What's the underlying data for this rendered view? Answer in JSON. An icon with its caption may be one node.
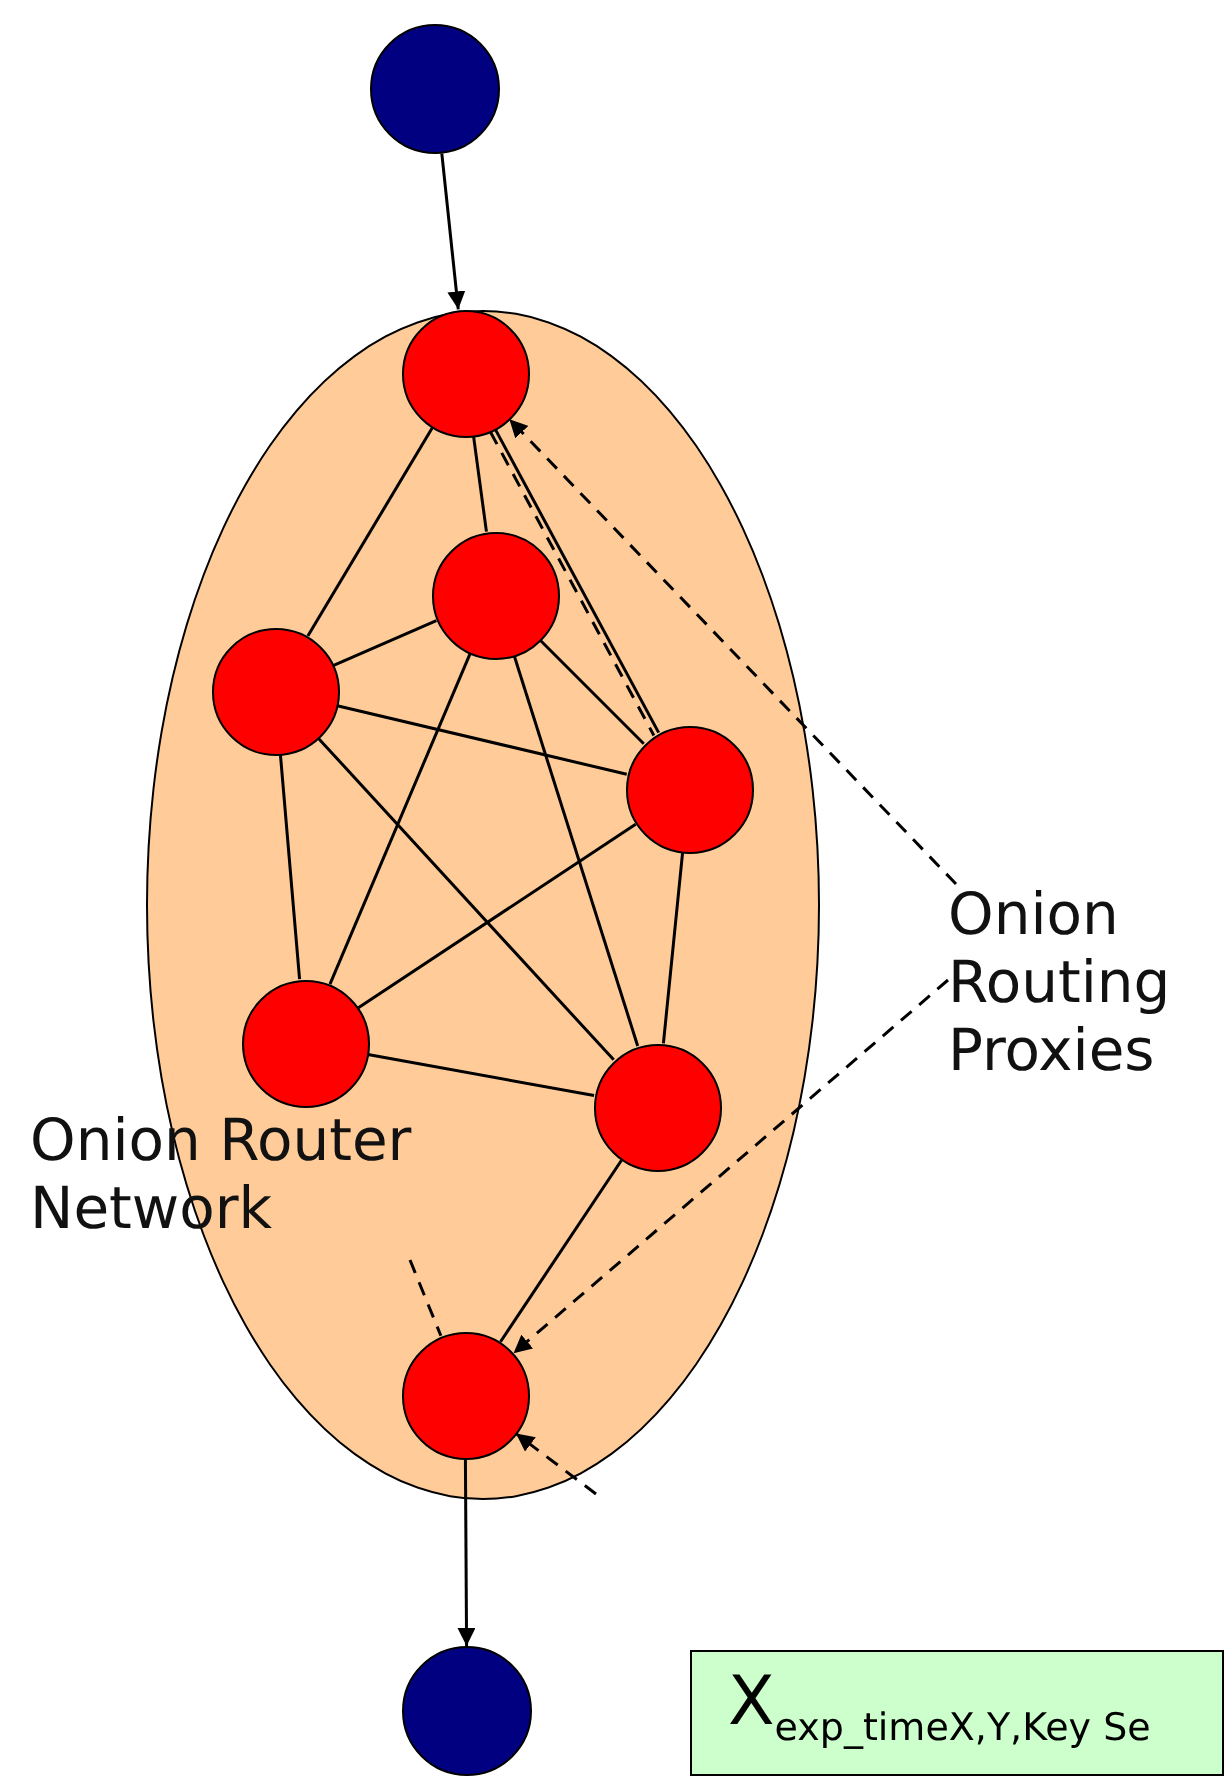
{
  "diagram": {
    "nodes": [
      {
        "text": [],
        "shape": "circle"
      },
      {
        "text": [],
        "shape": "ellipse"
      },
      {
        "text": [],
        "shape": "circle",
        "in": 1
      },
      {
        "text": [],
        "shape": "circle",
        "in": 1
      },
      {
        "text": [],
        "shape": "circle",
        "in": 1
      },
      {
        "text": [],
        "shape": "circle",
        "in": 1
      },
      {
        "text": [],
        "shape": "circle",
        "in": 1
      },
      {
        "text": [],
        "shape": "circle",
        "in": 1
      },
      {
        "text": [],
        "shape": "circle",
        "in": 1
      },
      {
        "text": [],
        "shape": "circle"
      },
      {
        "text": [
          "Onion Router Network"
        ]
      },
      {
        "text": [
          "Onion Routing Proxies"
        ]
      },
      {
        "text": [
          "X$_{exp_timeX,Y,Key Se}$"
        ]
      }
    ],
    "edges": [
      {
        "from": 0,
        "to": 2,
        "arrow": "to"
      },
      {
        "from": 2,
        "to": 4,
        "arrow": "none"
      },
      {
        "from": 2,
        "to": 3,
        "arrow": "none"
      },
      {
        "from": 2,
        "to": 5,
        "arrow": "none"
      },
      {
        "from": 4,
        "to": 3,
        "arrow": "none"
      },
      {
        "from": 4,
        "to": 5,
        "arrow": "none"
      },
      {
        "from": 4,
        "to": 6,
        "arrow": "none"
      },
      {
        "from": 4,
        "to": 7,
        "arrow": "none"
      },
      {
        "from": 3,
        "to": 6,
        "arrow": "none"
      },
      {
        "from": 3,
        "to": 7,
        "arrow": "none"
      },
      {
        "from": 3,
        "to": 5,
        "arrow": "none"
      },
      {
        "from": 5,
        "to": 6,
        "arrow": "none"
      },
      {
        "from": 5,
        "to": 7,
        "arrow": "none"
      },
      {
        "from": 6,
        "to": 7,
        "arrow": "none"
      },
      {
        "from": 7,
        "to": 8,
        "arrow": "none"
      },
      {
        "from": 8,
        "to": 9,
        "arrow": "to"
      },
      {
        "from": 11,
        "to": 2,
        "arrow": "to",
        "style": "dashed"
      },
      {
        "from": 11,
        "to": 8,
        "arrow": "to",
        "style": "dashed"
      },
      {
        "from": null,
        "to": 8,
        "arrow": "to",
        "style": "dashed"
      },
      {
        "from": 2,
        "to": 5,
        "arrow": "none",
        "style": "dashed"
      },
      {
        "from": 10,
        "to": 8,
        "arrow": "none",
        "style": "dashed"
      }
    ]
  }
}
